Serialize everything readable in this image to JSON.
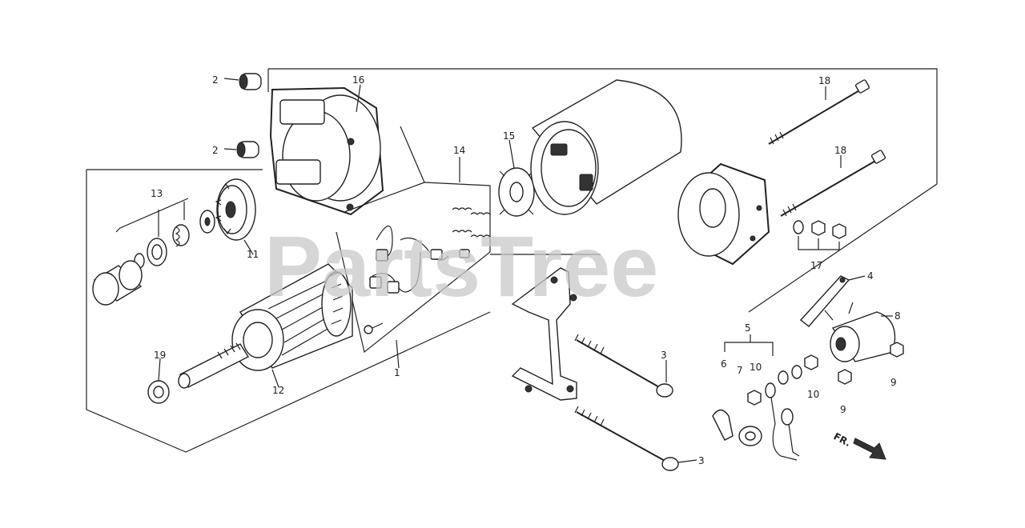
{
  "watermark": "PartsTree",
  "direction_label": "FR.",
  "callouts": [
    {
      "id": "c1",
      "text": "1"
    },
    {
      "id": "c2a",
      "text": "2"
    },
    {
      "id": "c2b",
      "text": "2"
    },
    {
      "id": "c3a",
      "text": "3"
    },
    {
      "id": "c3b",
      "text": "3"
    },
    {
      "id": "c4",
      "text": "4"
    },
    {
      "id": "c5",
      "text": "5"
    },
    {
      "id": "c6",
      "text": "6"
    },
    {
      "id": "c7",
      "text": "7"
    },
    {
      "id": "c8",
      "text": "8"
    },
    {
      "id": "c9a",
      "text": "9"
    },
    {
      "id": "c9b",
      "text": "9"
    },
    {
      "id": "c10a",
      "text": "10"
    },
    {
      "id": "c10b",
      "text": "10"
    },
    {
      "id": "c11",
      "text": "11"
    },
    {
      "id": "c12",
      "text": "12"
    },
    {
      "id": "c13",
      "text": "13"
    },
    {
      "id": "c14",
      "text": "14"
    },
    {
      "id": "c15",
      "text": "15"
    },
    {
      "id": "c16",
      "text": "16"
    },
    {
      "id": "c17",
      "text": "17"
    },
    {
      "id": "c18a",
      "text": "18"
    },
    {
      "id": "c18b",
      "text": "18"
    },
    {
      "id": "c19",
      "text": "19"
    }
  ]
}
